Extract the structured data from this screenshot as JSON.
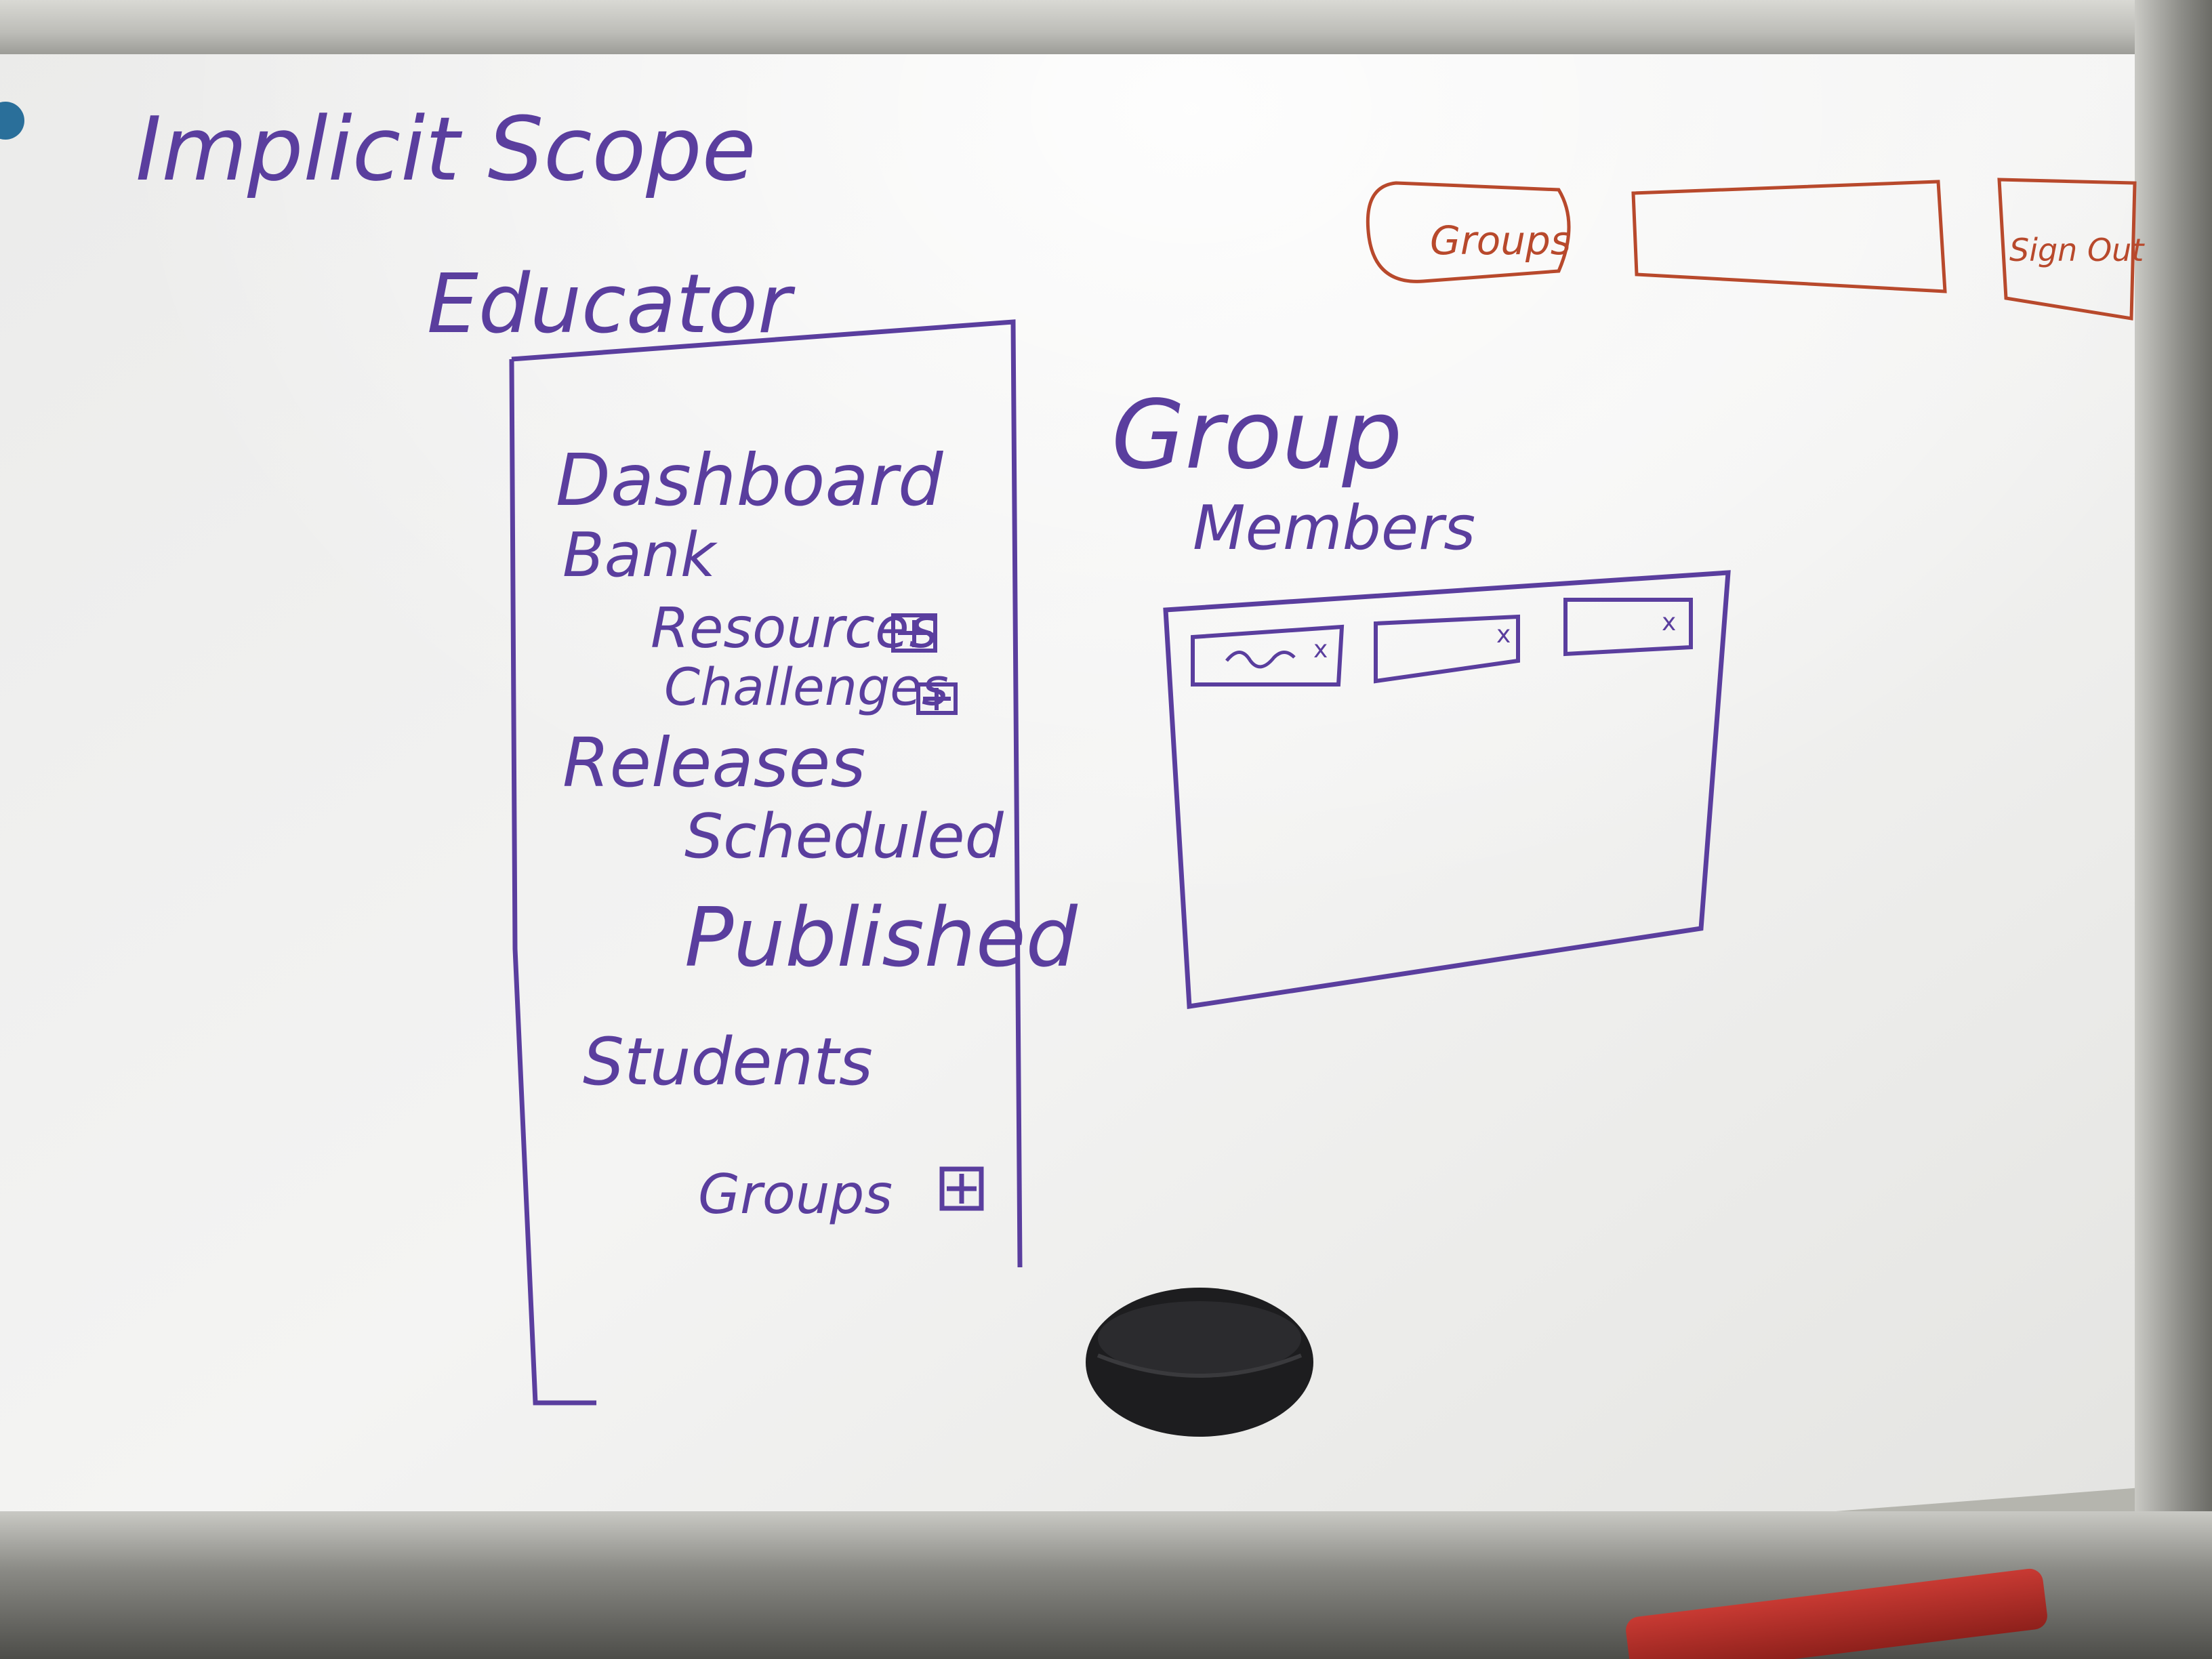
{
  "board": {
    "title": "Implicit Scope",
    "section_title": "Educator",
    "ink_purple": "#5a3e9e",
    "ink_red": "#b8492c"
  },
  "top_bar": {
    "groups_button": "Groups",
    "sign_out_button": "Sign Out"
  },
  "sidebar": {
    "items": [
      {
        "label": "Dashboard"
      },
      {
        "label": "Bank"
      },
      {
        "label": "Resources",
        "icon": "plus-box-icon"
      },
      {
        "label": "Challenges",
        "icon": "plus-box-icon"
      },
      {
        "label": "Releases"
      },
      {
        "label": "Scheduled"
      },
      {
        "label": "Published"
      },
      {
        "label": "Students"
      },
      {
        "label": "Groups",
        "icon": "plus-box-icon"
      }
    ]
  },
  "main": {
    "heading": "Group",
    "subheading": "Members",
    "member_chips": [
      {
        "close": "x"
      },
      {
        "close": "x"
      },
      {
        "close": "x"
      }
    ]
  }
}
